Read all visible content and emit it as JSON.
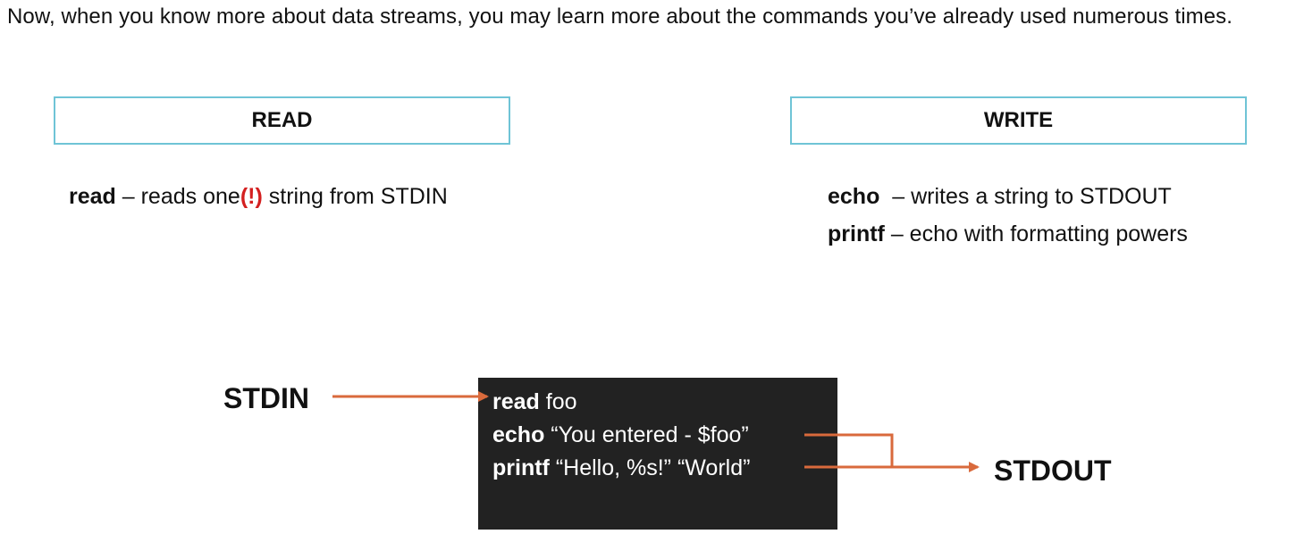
{
  "intro_text": "Now, when you know more about data streams, you may learn more about the commands you’ve already used numerous times.",
  "read_box": {
    "title": "READ"
  },
  "write_box": {
    "title": "WRITE"
  },
  "read_desc": {
    "command": "read",
    "text_before": " – reads one",
    "highlight": "(!)",
    "text_after": " string from STDIN"
  },
  "write_desc": [
    {
      "command": "echo",
      "text": "  – writes a string to STDOUT"
    },
    {
      "command": "printf",
      "text": " – echo with formatting powers"
    }
  ],
  "diagram": {
    "stdin_label": "STDIN",
    "stdout_label": "STDOUT",
    "terminal_lines": [
      {
        "command": "read",
        "args": " foo"
      },
      {
        "command": "echo",
        "args": " “You entered - $foo”"
      },
      {
        "command": "printf",
        "args": " “Hello, %s!” “World”"
      }
    ],
    "arrow_color": "#d96a3c",
    "terminal_bg": "#222222"
  },
  "colors": {
    "box_border": "#6fc4d6",
    "highlight_red": "#d42020"
  }
}
